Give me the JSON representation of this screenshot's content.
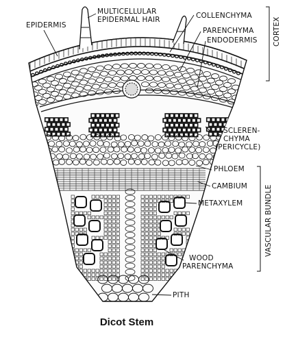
{
  "labels": {
    "epidermis": "EPIDERMIS",
    "hair_line1": "MULTICELLULAR",
    "hair_line2": "EPIDERMAL HAIR",
    "collenchyma": "COLLENCHYMA",
    "parenchyma": "PARENCHYMA",
    "endodermis": "ENDODERMIS",
    "cortex": "CORTEX",
    "scleren_line1": "SCLEREN-",
    "scleren_line2": "CHYMA",
    "scleren_line3": "(PERICYCLE)",
    "phloem": "PHLOEM",
    "cambium": "CAMBIUM",
    "metaxylem": "METAXYLEM",
    "vascular_bundle": "VASCULAR BUNDLE",
    "wood_line1": "WOOD",
    "wood_line2": "PARENCHYMA",
    "pith": "PITH"
  },
  "caption": "Dicot Stem"
}
